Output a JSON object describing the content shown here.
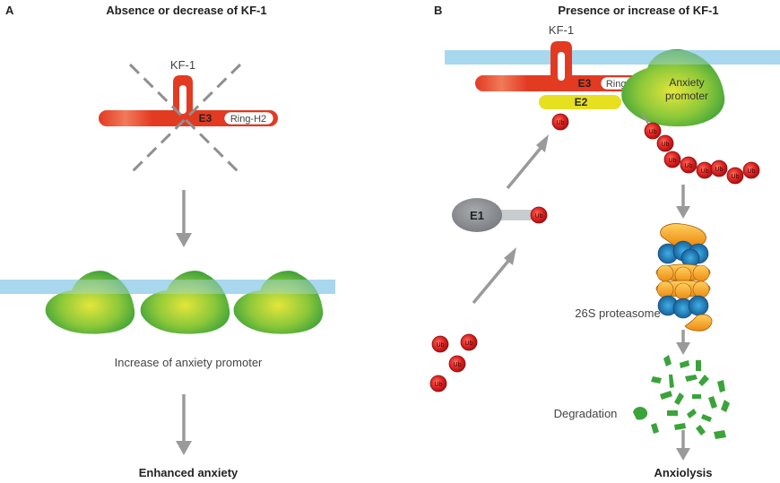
{
  "panel_a": {
    "letter": "A",
    "title": "Absence or decrease of KF-1",
    "kf1_label": "KF-1",
    "e3_label": "E3",
    "ring_label": "Ring-H2",
    "increase_label": "Increase of anxiety promoter",
    "result_label": "Enhanced anxiety"
  },
  "panel_b": {
    "letter": "B",
    "title": "Presence or increase of KF-1",
    "kf1_label": "KF-1",
    "e3_label": "E3",
    "ring_label": "Ring-H2",
    "e2_label": "E2",
    "e1_label": "E1",
    "promoter_line1": "Anxiety",
    "promoter_line2": "promoter",
    "ub_label": "Ub",
    "proteasome_label": "26S proteasome",
    "degradation_label": "Degradation",
    "result_label": "Anxiolysis"
  },
  "colors": {
    "membrane": "#a8d8ee",
    "e3_red": "#e03a22",
    "e2_yellow": "#e6e020",
    "promoter_green": "#3aa63a",
    "ub_red": "#d42020",
    "arrow_gray": "#9a9a9a",
    "e1_gray": "#8a8d90",
    "proteasome_blue": "#1d6fae",
    "proteasome_orange": "#f0a020",
    "fragment_green": "#3aa33a"
  }
}
